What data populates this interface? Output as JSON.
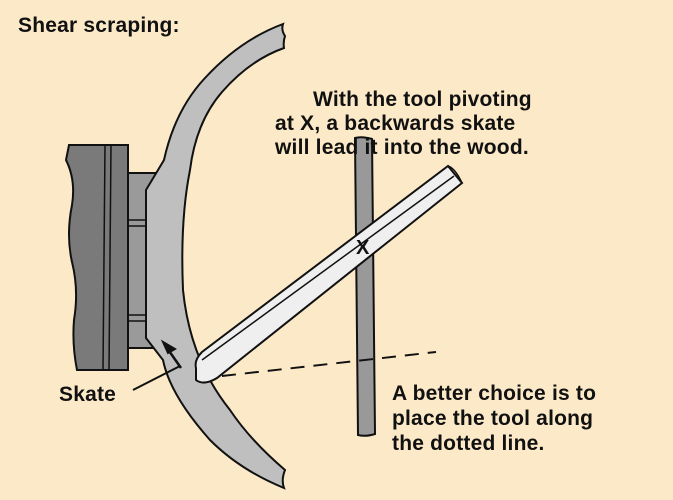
{
  "title": "Shear scraping:",
  "annotations": {
    "top_note": [
      "With the tool pivoting",
      "at X, a backwards skate",
      "will lead it into the wood."
    ],
    "bottom_note": [
      "A better choice is to",
      "place the tool along",
      "the dotted line."
    ],
    "skate_label": "Skate",
    "pivot_mark": "X"
  },
  "colors": {
    "background": "#fbe9c8",
    "workpiece": "#bfbfbf",
    "lathe_headstock": "#7a7a7a",
    "lathe_spindle": "#9a9a9a",
    "tool_rest": "#999999",
    "tool": "#efefef",
    "outline": "#111111"
  },
  "elements": [
    "workpiece-bowl-wall",
    "lathe-headstock",
    "faceplate",
    "tool-rest",
    "scraper-tool",
    "dotted-guide-line",
    "skate-arrow",
    "skate-leader-line"
  ]
}
